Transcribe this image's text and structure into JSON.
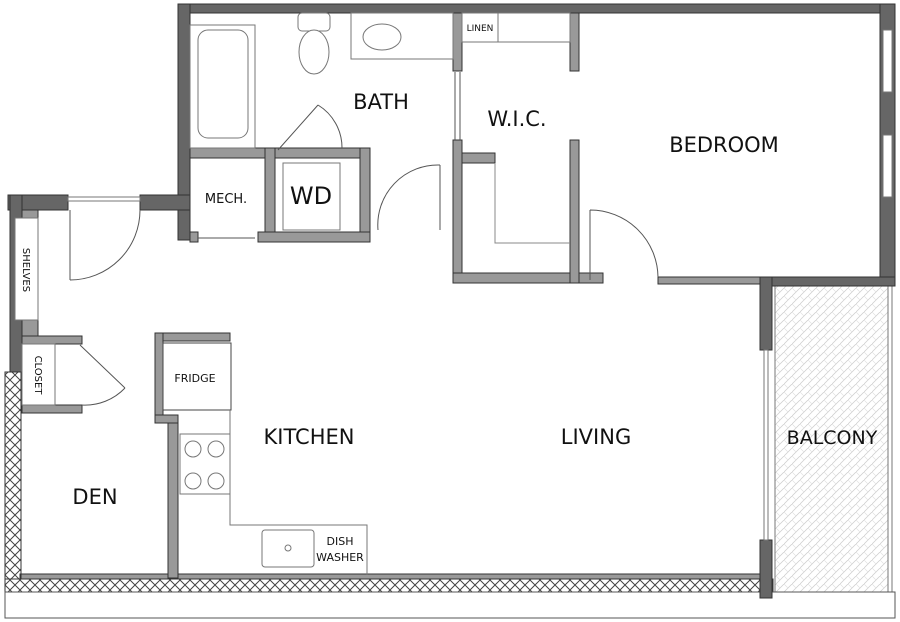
{
  "plan": {
    "rooms": {
      "bath": "BATH",
      "wic": "W.I.C.",
      "bedroom": "BEDROOM",
      "mech": "MECH.",
      "wd": "WD",
      "kitchen": "KITCHEN",
      "living": "LIVING",
      "balcony": "BALCONY",
      "den": "DEN"
    },
    "fixtures": {
      "linen": "LINEN",
      "shelves": "SHELVES",
      "closet": "CLOSET",
      "fridge": "FRIDGE",
      "dish": "DISH",
      "washer": "WASHER"
    },
    "colors": {
      "exterior_wall": "#666666",
      "interior_wall": "#999999"
    }
  }
}
